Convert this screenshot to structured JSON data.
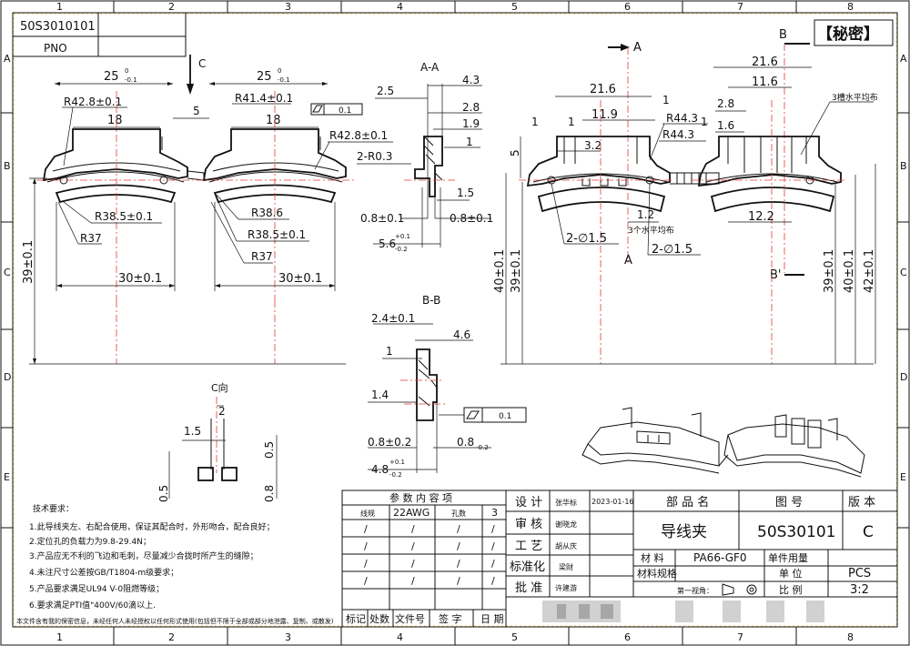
{
  "drawing": {
    "doc_number": "50S3010101",
    "pno_label": "PNO",
    "secret_label": "【秘密】",
    "grid_columns": [
      "1",
      "2",
      "3",
      "4",
      "5",
      "6",
      "7",
      "8"
    ],
    "grid_rows": [
      "A",
      "B",
      "C",
      "D",
      "E"
    ]
  },
  "views": {
    "view_c_arrow": "C",
    "section_aa_title": "A-A",
    "section_bb_title": "B-B",
    "c_view_title": "C向",
    "cut_label_a": "A",
    "cut_label_b": "B",
    "cut_label_b2": "B'"
  },
  "dimensions": {
    "left_view": {
      "d_25a": "25",
      "tol_25a_up": "0",
      "tol_25a_low": "-0.1",
      "d_25b": "25",
      "tol_25b_up": "0",
      "tol_25b_low": "-0.1",
      "d_5": "5",
      "r428": "R42.8±0.1",
      "r414": "R41.4±0.1",
      "d_18a": "18",
      "d_18b": "18",
      "r428b": "R42.8±0.1",
      "r385a": "R38.5±0.1",
      "r37a": "R37",
      "r386": "R38.6",
      "r385b": "R38.5±0.1",
      "r37b": "R37",
      "d_30a": "30±0.1",
      "d_30b": "30±0.1",
      "d_39": "39±0.1",
      "flat": "0.1"
    },
    "section_aa": {
      "d43": "4.3",
      "d25": "2.5",
      "d28": "2.8",
      "d19": "1.9",
      "d1": "1",
      "r03": "2-R0.3",
      "d15": "1.5",
      "d08a": "0.8±0.1",
      "d08b": "0.8±0.1",
      "d56": "5.6",
      "d56_up": "+0.1",
      "d56_low": "-0.2"
    },
    "section_bb": {
      "d24": "2.4±0.1",
      "d46": "4.6",
      "d1": "1",
      "d14": "1.4",
      "flat": "0.1",
      "d08a": "0.8±0.2",
      "d08b": "0.8",
      "d08b_low": "-0.2",
      "d48": "4.8",
      "d48_up": "+0.1",
      "d48_low": "-0.2"
    },
    "c_view": {
      "d2": "2",
      "d15": "1.5",
      "d05a": "0.5",
      "d05b": "0.5",
      "d08": "0.8"
    },
    "right_view": {
      "d216a": "21.6",
      "d216b": "21.6",
      "d116": "11.6",
      "d119": "11.9",
      "d1a": "1",
      "d1b": "1",
      "d1c": "1",
      "d1d": "1",
      "r443a": "R44.3",
      "r443b": "R44.3",
      "d28": "2.8",
      "d16": "1.6",
      "d5": "5",
      "d32": "3.2",
      "d12": "1.2",
      "d122": "12.2",
      "hole_a": "2-∅1.5",
      "hole_b": "2-∅1.5",
      "slots_a": "3槽水平均布",
      "slots_b": "3个水平均布",
      "d40a": "40±0.1",
      "d39a": "39±0.1",
      "d39b": "39±0.1",
      "d40b": "40±0.1",
      "d42": "42±0.1"
    }
  },
  "notes": {
    "title": "技术要求：",
    "items": [
      "1.此导线夹左、右配合使用，保证其配合时，外形吻合，配合良好；",
      "2.定位孔的负载力为9.8-29.4N；",
      "3.产品应无不利的飞边和毛刺，尽量减少合拢时所产生的缝隙；",
      "4.未注尺寸公差按GB/T1804-m级要求；",
      "5.产品要求满足UL94 V-0阻燃等级；",
      "6.要求满足PTI值\"400V/60滴以上."
    ],
    "footer": "本文件含有我的保密信息，未经任何人未经授权以任何形式使用(包括但不限于全部或部分地泄露、复制、或散发)"
  },
  "params_table": {
    "title": "参 数 内 容 项",
    "headers": [
      "线规",
      "22AWG",
      "孔数",
      "3"
    ],
    "rows": [
      [
        "/",
        "/",
        "/",
        "/"
      ],
      [
        "/",
        "/",
        "/",
        "/"
      ],
      [
        "/",
        "/",
        "/",
        "/"
      ],
      [
        "/",
        "/",
        "/",
        "/"
      ]
    ]
  },
  "title_block": {
    "roles": [
      "设 计",
      "审 核",
      "工 艺",
      "标准化",
      "批 准"
    ],
    "names": [
      "张华标",
      "谢晓龙",
      "胡从庆",
      "梁财",
      "许建游"
    ],
    "date": "2023-01-16",
    "part_name_label": "部 品 名",
    "drawing_no_label": "图 号",
    "version_label": "版 本",
    "part_name": "导线夹",
    "drawing_no": "50S30101",
    "version": "C",
    "material_label": "材 料",
    "material": "PA66-GF0",
    "unit_qty_label": "单件用量",
    "material_spec_label": "材料规格",
    "unit_label": "单 位",
    "unit": "PCS",
    "projection_label": "第一视角：",
    "scale_label": "比 例",
    "scale": "3:2",
    "sign_headers": [
      "标记",
      "处数",
      "文件号",
      "签 字",
      "日 期"
    ]
  },
  "colors": {
    "line": "#111111",
    "centerline": "#e23b3b",
    "background": "#ffffff",
    "blur": "#bdbdbd"
  }
}
